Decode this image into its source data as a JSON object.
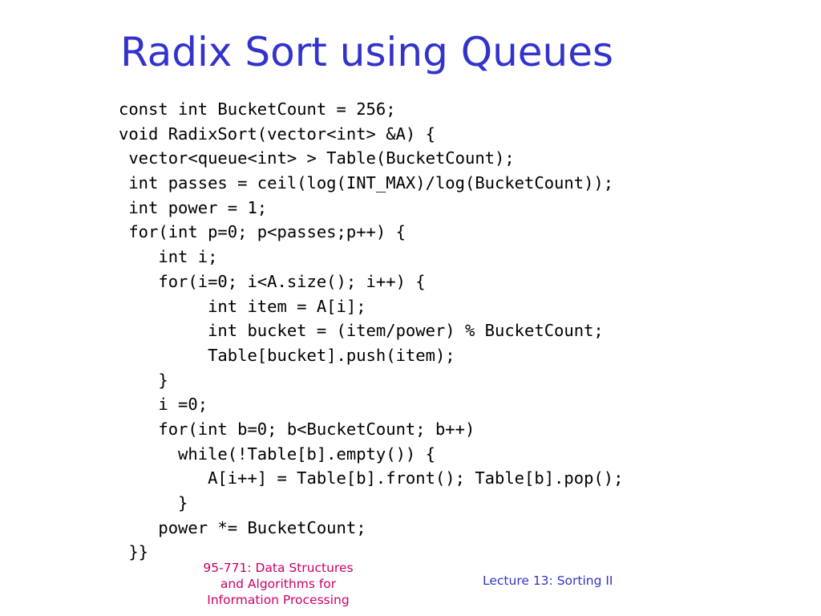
{
  "slide": {
    "title": "Radix Sort using Queues"
  },
  "code": {
    "lines": [
      "const int BucketCount = 256;",
      "void RadixSort(vector<int> &A) {",
      " vector<queue<int> > Table(BucketCount);",
      " int passes = ceil(log(INT_MAX)/log(BucketCount));",
      " int power = 1;",
      " for(int p=0; p<passes;p++) {",
      "    int i;",
      "    for(i=0; i<A.size(); i++) {",
      "         int item = A[i];",
      "         int bucket = (item/power) % BucketCount;",
      "         Table[bucket].push(item);",
      "    }",
      "    i =0;",
      "    for(int b=0; b<BucketCount; b++)",
      "      while(!Table[b].empty()) {",
      "         A[i++] = Table[b].front(); Table[b].pop();",
      "      }",
      "    power *= BucketCount;",
      " }}"
    ]
  },
  "footer": {
    "course_lines": [
      "95-771: Data Structures",
      "and Algorithms for",
      "Information Processing"
    ],
    "lecture": "Lecture 13: Sorting II"
  },
  "colors": {
    "title": "#3333cc",
    "course": "#cc0066",
    "lecture": "#3333cc",
    "code": "#000000"
  }
}
